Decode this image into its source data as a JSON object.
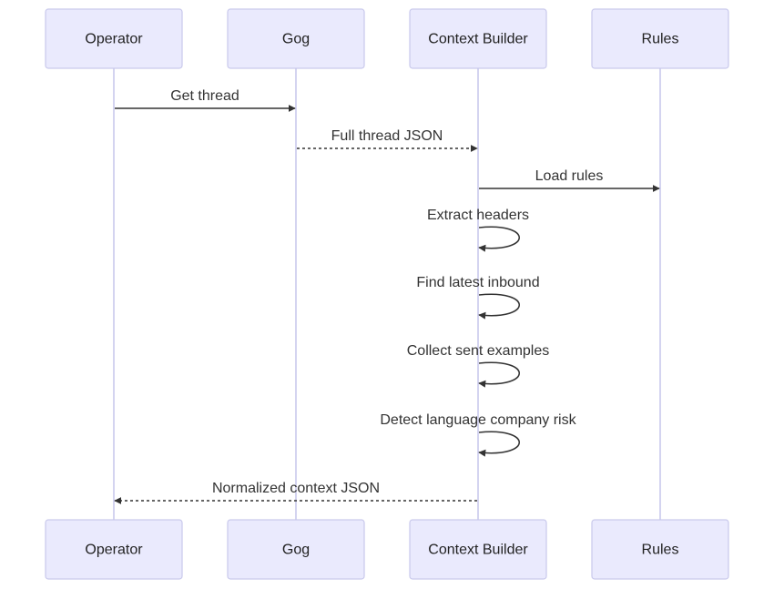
{
  "participants": [
    {
      "id": "operator",
      "label": "Operator"
    },
    {
      "id": "gog",
      "label": "Gog"
    },
    {
      "id": "context_builder",
      "label": "Context Builder"
    },
    {
      "id": "rules",
      "label": "Rules"
    }
  ],
  "messages": [
    {
      "from": "operator",
      "to": "gog",
      "label": "Get thread",
      "style": "solid"
    },
    {
      "from": "gog",
      "to": "context_builder",
      "label": "Full thread JSON",
      "style": "dashed"
    },
    {
      "from": "context_builder",
      "to": "rules",
      "label": "Load rules",
      "style": "solid"
    },
    {
      "from": "context_builder",
      "to": "context_builder",
      "label": "Extract headers",
      "style": "solid"
    },
    {
      "from": "context_builder",
      "to": "context_builder",
      "label": "Find latest inbound",
      "style": "solid"
    },
    {
      "from": "context_builder",
      "to": "context_builder",
      "label": "Collect sent examples",
      "style": "solid"
    },
    {
      "from": "context_builder",
      "to": "context_builder",
      "label": "Detect language company risk",
      "style": "solid"
    },
    {
      "from": "context_builder",
      "to": "operator",
      "label": "Normalized context JSON",
      "style": "dashed"
    }
  ],
  "colors": {
    "actor_fill": "#eaeafd",
    "actor_stroke": "#c9c9ec",
    "line": "#333333"
  }
}
